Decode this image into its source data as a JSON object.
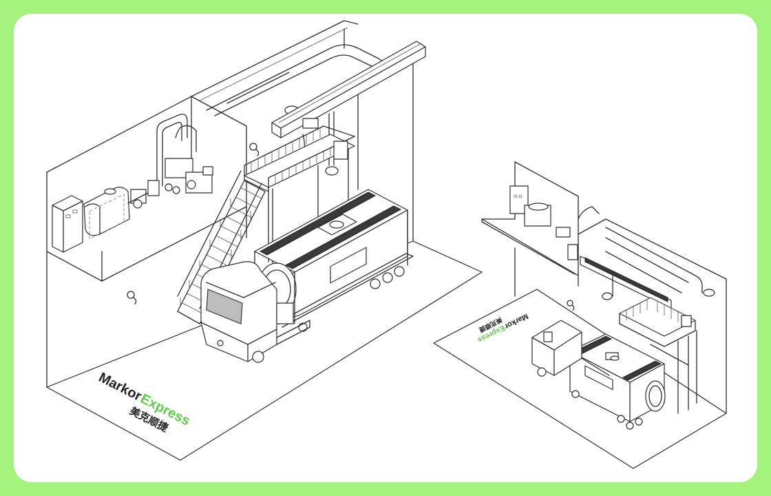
{
  "logo_large": {
    "word1": "Markor",
    "word2": "Express",
    "cn": "美克顺捷"
  },
  "logo_small": {
    "word1": "Markor",
    "word2": "Express",
    "cn": "美克顺捷"
  },
  "colors": {
    "frame": "#a5f27e",
    "brand_green": "#62c94e",
    "line": "#2b2b2b"
  }
}
